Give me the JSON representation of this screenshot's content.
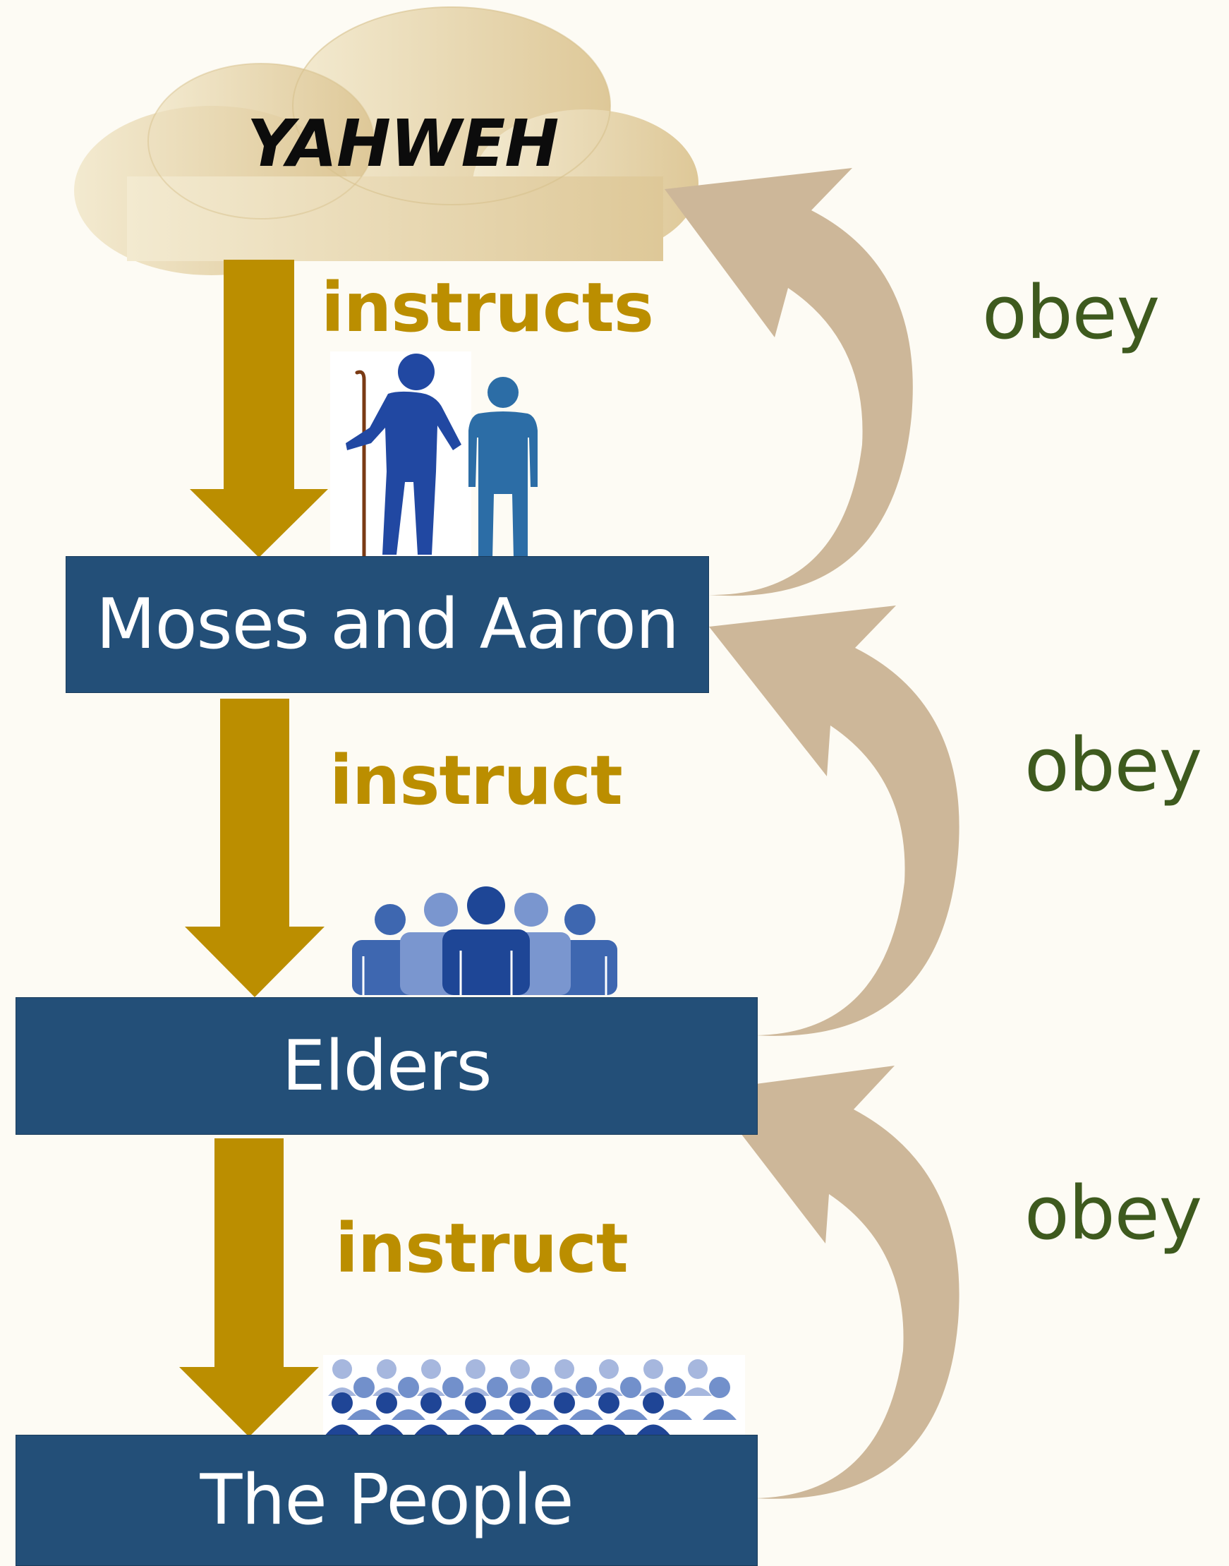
{
  "top": {
    "label": "YAHWEH"
  },
  "levels": [
    {
      "label": "Moses and Aaron"
    },
    {
      "label": "Elders"
    },
    {
      "label": "The People"
    }
  ],
  "down_labels": [
    "instructs",
    "instruct",
    "instruct"
  ],
  "up_labels": [
    "obey",
    "obey",
    "obey"
  ],
  "icons": [
    "moses-and-aaron-figures-icon",
    "elders-group-icon",
    "people-crowd-icon"
  ],
  "colors": {
    "background": "#fdfbf4",
    "box": "#234f78",
    "box_text": "#ffffff",
    "down_arrow": "#bb8e00",
    "up_arrow": "#cdb799",
    "obey_text": "#3e5a1e",
    "cloud": "#e6d6a6"
  }
}
